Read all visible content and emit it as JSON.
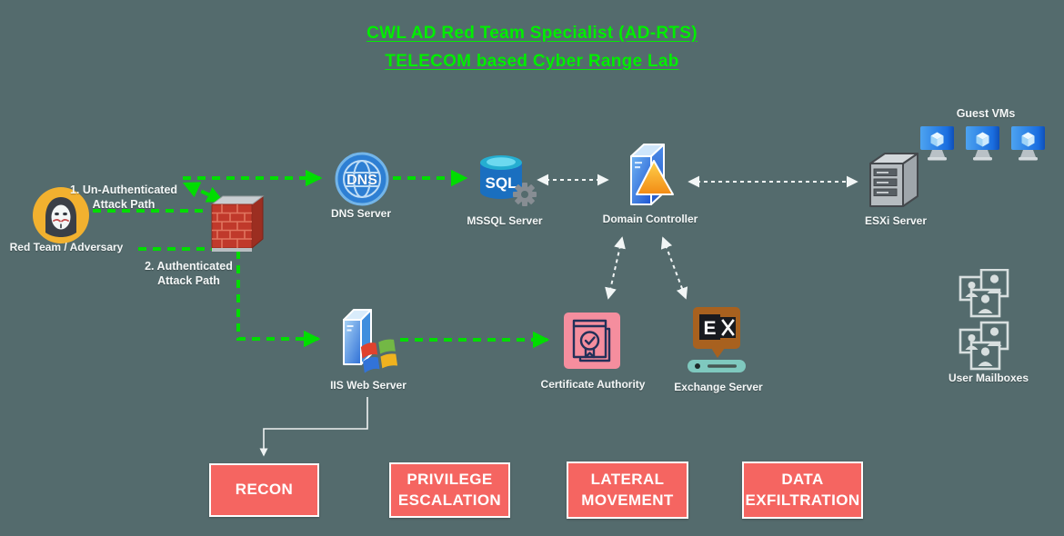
{
  "title": {
    "line1": "CWL AD Red Team Specialist (AD-RTS)",
    "line2": "TELECOM based Cyber Range Lab"
  },
  "attack_paths": {
    "unauthenticated": "1. Un-Authenticated Attack Path",
    "authenticated": "2. Authenticated Attack Path"
  },
  "nodes": {
    "adversary": "Red Team / Adversary",
    "dns": "DNS Server",
    "mssql": "MSSQL Server",
    "domain_controller": "Domain Controller",
    "esxi": "ESXi Server",
    "guest_vms": "Guest VMs",
    "iis": "IIS Web Server",
    "certificate_authority": "Certificate Authority",
    "exchange": "Exchange Server",
    "user_mailboxes": "User Mailboxes"
  },
  "phases": {
    "recon": "RECON",
    "privilege_escalation": "PRIVILEGE ESCALATION",
    "lateral_movement": "LATERAL MOVEMENT",
    "data_exfiltration": "DATA EXFILTRATION"
  },
  "colors": {
    "background": "#546b6d",
    "title_green": "#00ee00",
    "attack_arrow_green": "#00dd00",
    "link_arrow_white": "#f2f6f6",
    "phase_box_fill": "#f56561",
    "adversary_circle": "#f2b12f",
    "firewall_brick": "#c0392b",
    "certificate_pink": "#f58e9e",
    "exchange_brown": "#a8611f"
  },
  "connections": [
    {
      "from": "red-team-adversary",
      "to": "firewall",
      "style": "green-dashed",
      "label": "1. Un-Authenticated Attack Path"
    },
    {
      "from": "firewall",
      "to": "dns-server",
      "style": "green-dashed"
    },
    {
      "from": "dns-server",
      "to": "mssql-server",
      "style": "green-dashed"
    },
    {
      "from": "red-team-adversary",
      "to": "iis-web-server",
      "via": "firewall",
      "style": "green-dashed",
      "label": "2. Authenticated Attack Path"
    },
    {
      "from": "iis-web-server",
      "to": "certificate-authority",
      "style": "green-dashed"
    },
    {
      "from": "mssql-server",
      "to": "domain-controller",
      "style": "white-dashed-bidirectional"
    },
    {
      "from": "domain-controller",
      "to": "esxi-server",
      "style": "white-dashed-bidirectional"
    },
    {
      "from": "domain-controller",
      "to": "certificate-authority",
      "style": "white-dashed-bidirectional"
    },
    {
      "from": "domain-controller",
      "to": "exchange-server",
      "style": "white-dashed-bidirectional"
    },
    {
      "from": "iis-web-server",
      "to": "recon",
      "style": "white-solid"
    }
  ]
}
